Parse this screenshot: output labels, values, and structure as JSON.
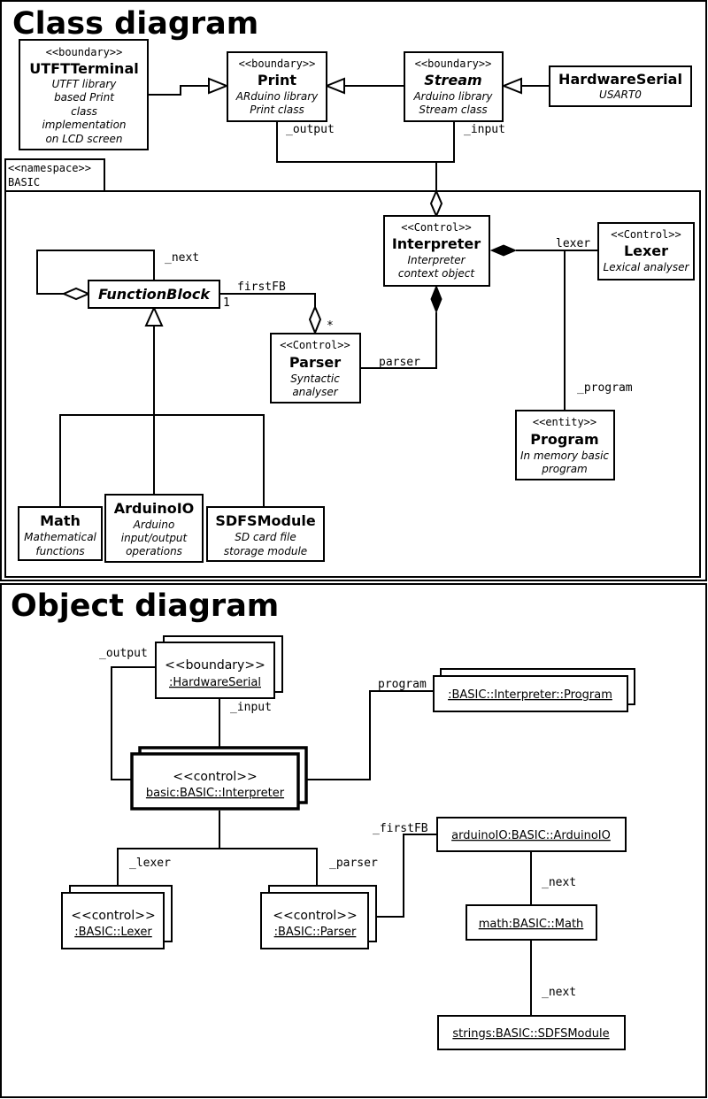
{
  "class_diagram": {
    "title": "Class diagram",
    "namespace": {
      "stereotype": "<<namespace>>",
      "name": "BASIC"
    },
    "classes": {
      "utft": {
        "stereotype": "<<boundary>>",
        "name": "UTFTTerminal",
        "desc": [
          "UTFT library",
          "based Print",
          "class",
          "implementation",
          "on LCD screen"
        ]
      },
      "print": {
        "stereotype": "<<boundary>>",
        "name": "Print",
        "desc": [
          "ARduino library",
          "Print class"
        ]
      },
      "stream": {
        "stereotype": "<<boundary>>",
        "name": "Stream",
        "desc": [
          "Arduino library",
          "Stream class"
        ]
      },
      "hwserial": {
        "name": "HardwareSerial",
        "desc": [
          "USART0"
        ]
      },
      "interpreter": {
        "stereotype": "<<Control>>",
        "name": "Interpreter",
        "desc": [
          "Interpreter",
          "context object"
        ]
      },
      "lexer": {
        "stereotype": "<<Control>>",
        "name": "Lexer",
        "desc": [
          "Lexical analyser"
        ]
      },
      "functionblock": {
        "name": "FunctionBlock"
      },
      "parser": {
        "stereotype": "<<Control>>",
        "name": "Parser",
        "desc": [
          "Syntactic",
          "analyser"
        ]
      },
      "program": {
        "stereotype": "<<entity>>",
        "name": "Program",
        "desc": [
          "In memory basic",
          "program"
        ]
      },
      "math": {
        "name": "Math",
        "desc": [
          "Mathematical",
          "functions"
        ]
      },
      "arduinoio": {
        "name": "ArduinoIO",
        "desc": [
          "Arduino",
          "input/output",
          "operations"
        ]
      },
      "sdfs": {
        "name": "SDFSModule",
        "desc": [
          "SD card file",
          "storage module"
        ]
      }
    },
    "labels": {
      "output": "_output",
      "input": "_input",
      "lexer": "lexer",
      "next": "_next",
      "firstFB": "firstFB",
      "mult_one": "1",
      "mult_many": "*",
      "parser": "parser",
      "program": "_program"
    }
  },
  "object_diagram": {
    "title": "Object diagram",
    "objects": {
      "hwserial": {
        "stereotype": "<<boundary>>",
        "name": ":HardwareSerial"
      },
      "program": {
        "name": ":BASIC::Interpreter::Program"
      },
      "interpreter": {
        "stereotype": "<<control>>",
        "name": "basic:BASIC::Interpreter"
      },
      "lexer": {
        "stereotype": "<<control>>",
        "name": ":BASIC::Lexer"
      },
      "parser": {
        "stereotype": "<<control>>",
        "name": ":BASIC::Parser"
      },
      "arduinoio": {
        "name": "arduinoIO:BASIC::ArduinoIO"
      },
      "math": {
        "name": "math:BASIC::Math"
      },
      "sdfs": {
        "name": "strings:BASIC::SDFSModule"
      }
    },
    "labels": {
      "output": "_output",
      "input": "_input",
      "program": "program",
      "firstFB": "_firstFB",
      "lexer": "_lexer",
      "parser": "_parser",
      "next1": "_next",
      "next2": "_next"
    }
  }
}
